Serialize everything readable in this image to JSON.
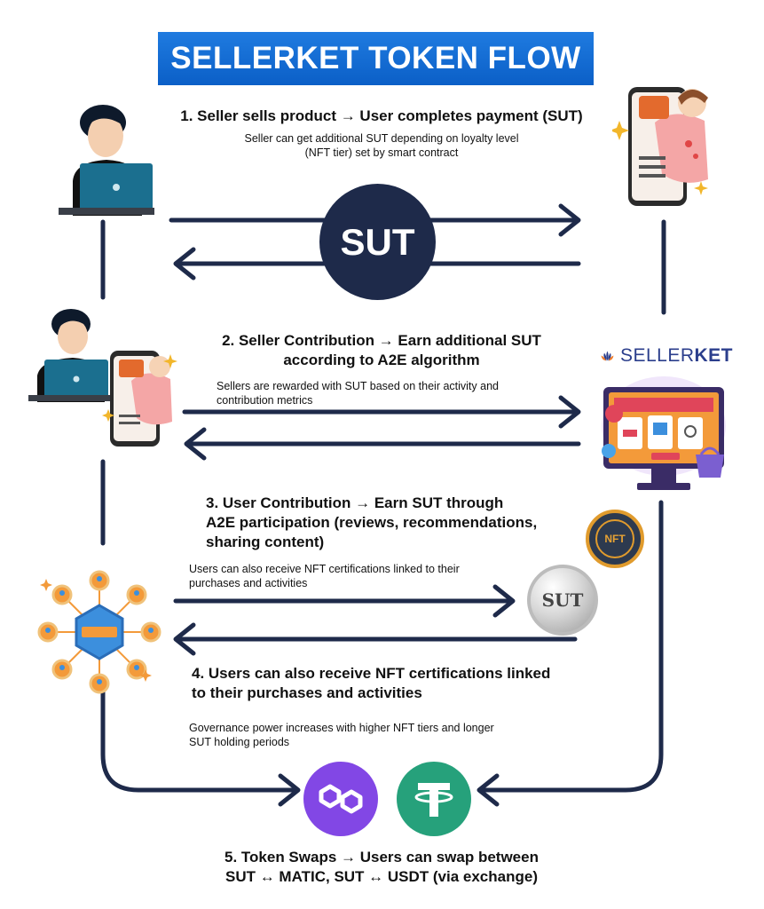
{
  "title": "SELLERKET TOKEN FLOW",
  "brand": {
    "name_light": "SELLER",
    "name_bold": "KET"
  },
  "coins": {
    "sut_center": "SUT",
    "sut_silver": "SUT",
    "nft": "NFT",
    "polygon_icon": "polygon-matic-icon",
    "tether_icon": "tether-usdt-icon"
  },
  "steps": [
    {
      "title": "1. Seller sells product → User completes payment (SUT)",
      "desc_lines": [
        "Seller can get additional SUT depending on loyalty level",
        "(NFT tier) set by smart contract"
      ]
    },
    {
      "title_lines": [
        "2. Seller Contribution → Earn additional SUT",
        "according to A2E algorithm"
      ],
      "desc_lines": [
        "Sellers are rewarded with SUT based on their activity and",
        "contribution metrics"
      ]
    },
    {
      "title_lines": [
        "3. User Contribution → Earn SUT through",
        "A2E participation (reviews, recommendations,",
        "sharing content)"
      ],
      "desc_lines": [
        "Users can also receive NFT certifications linked to their",
        "purchases and activities"
      ]
    },
    {
      "title_lines": [
        "4. Users can also receive NFT certifications linked",
        "to their purchases and activities"
      ],
      "desc_lines": [
        "Governance power increases with higher NFT tiers and longer",
        "SUT holding periods"
      ]
    },
    {
      "title_lines": [
        "5. Token Swaps → Users can swap between",
        "SUT ↔ MATIC, SUT ↔ USDT (via exchange)"
      ]
    }
  ],
  "colors": {
    "line": "#1e2a4a",
    "banner": "#0b5fc7",
    "polygon": "#8247e5",
    "tether": "#26a17b",
    "nft_gold": "#e09b2d"
  },
  "illustrations": {
    "person_laptop_top": "person-with-laptop-illustration",
    "phone_shopper_top": "phone-shopping-illustration",
    "seller_combo": "seller-laptop-phone-illustration",
    "store_monitor": "online-store-monitor-illustration",
    "dao": "dao-network-illustration"
  }
}
